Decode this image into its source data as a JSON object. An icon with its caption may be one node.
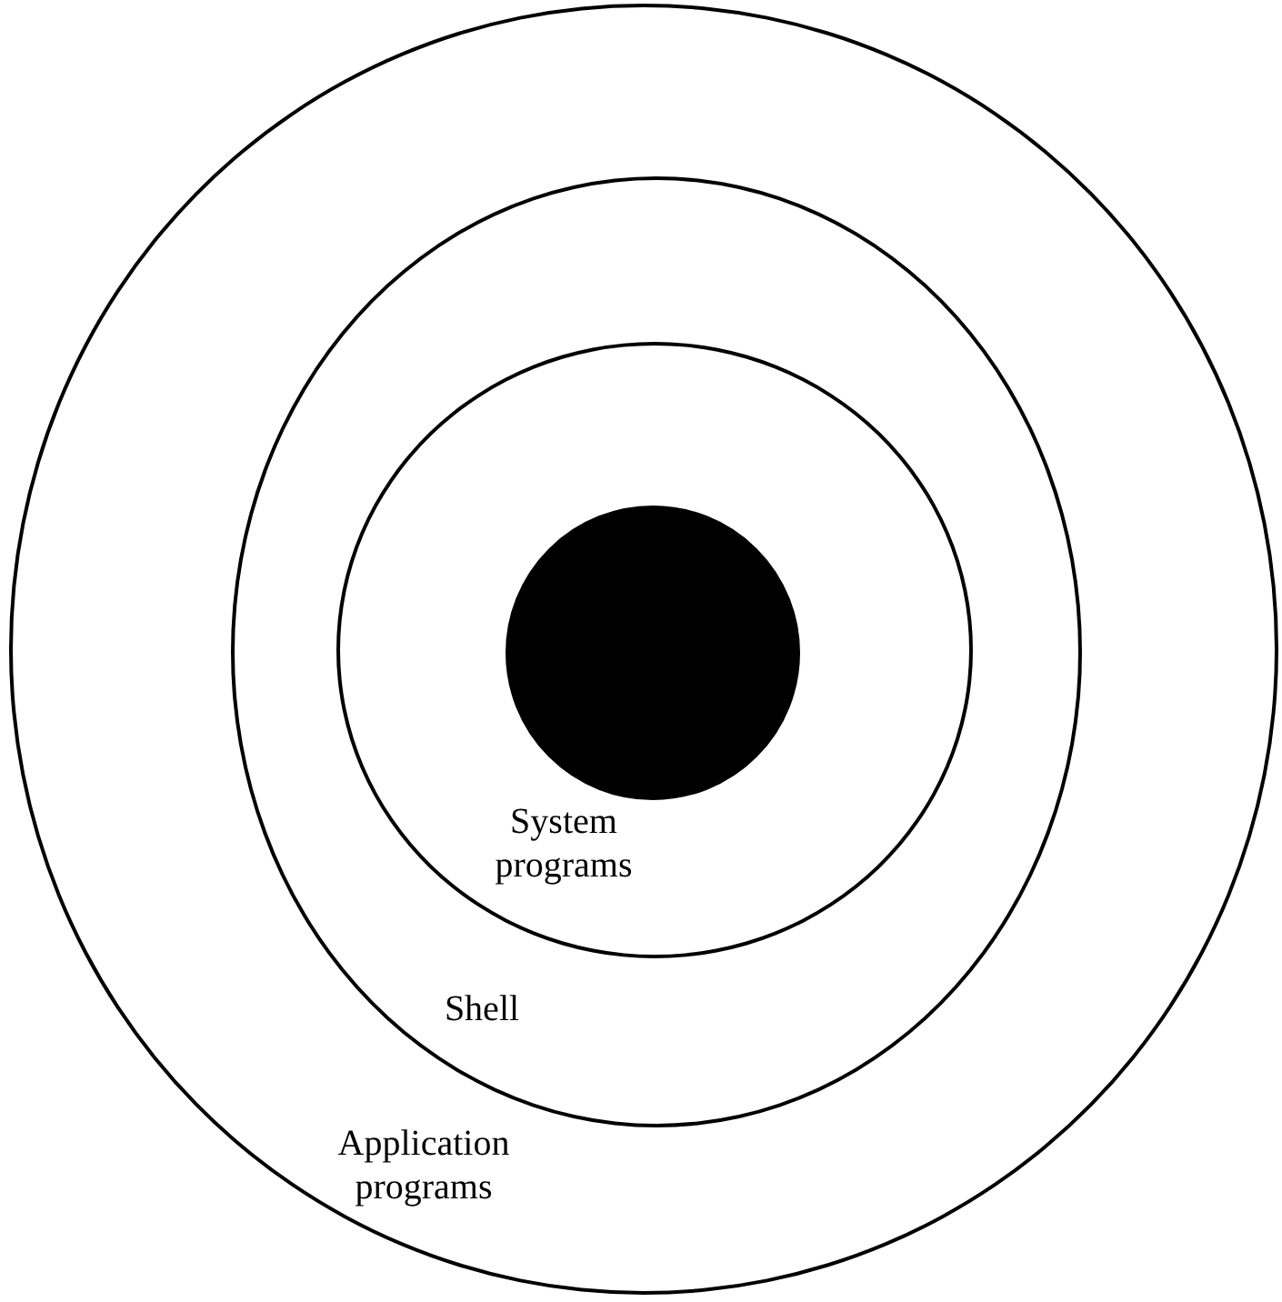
{
  "diagram": {
    "nodes": [
      {
        "text": [
          "Application programs"
        ]
      },
      {
        "text": [
          "Shell"
        ],
        "in": 0
      },
      {
        "text": [
          "System programs"
        ],
        "in": 1
      },
      {
        "text": [],
        "shape": "circle",
        "in": 2
      }
    ]
  }
}
